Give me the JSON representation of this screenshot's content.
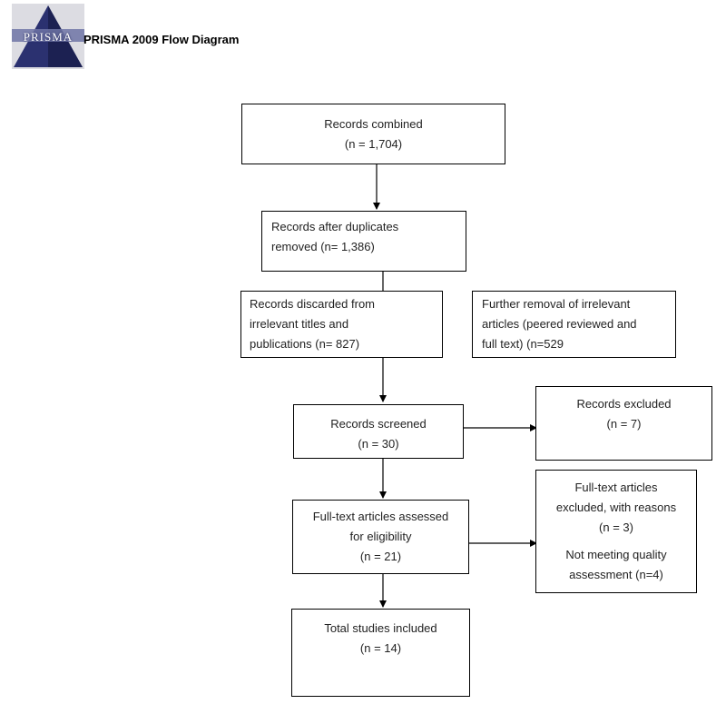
{
  "header": {
    "logo_text": "PRISMA",
    "title": "PRISMA 2009 Flow Diagram"
  },
  "boxes": {
    "records_combined": [
      "Records combined",
      "(n = 1,704)"
    ],
    "after_duplicates": [
      "Records after duplicates",
      "removed (n= 1,386)"
    ],
    "discarded": [
      "Records discarded from",
      "irrelevant titles and",
      "publications (n= 827)"
    ],
    "further_removal": [
      "Further removal of irrelevant",
      "articles (peered reviewed and",
      "full text) (n=529"
    ],
    "screened": [
      "Records screened",
      "(n = 30)"
    ],
    "excluded": [
      "Records excluded",
      "(n = 7)"
    ],
    "full_text_assessed": [
      "Full-text articles assessed",
      "for eligibility",
      "(n = 21)"
    ],
    "full_text_excluded": [
      "Full-text articles",
      "excluded, with reasons",
      "(n = 3)"
    ],
    "quality": [
      "Not meeting quality",
      "assessment (n=4)"
    ],
    "included": [
      "Total studies included",
      "(n = 14)"
    ]
  }
}
